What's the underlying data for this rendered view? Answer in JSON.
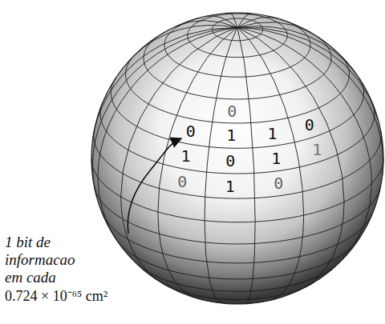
{
  "diagram": {
    "labels": [
      "0",
      "0",
      "1",
      "1",
      "0",
      "1",
      "0",
      "1",
      "1",
      "0",
      "1",
      "0",
      "1 bit de informacao em cada",
      "0.724 × 10⁻⁶⁵ cm²"
    ]
  }
}
